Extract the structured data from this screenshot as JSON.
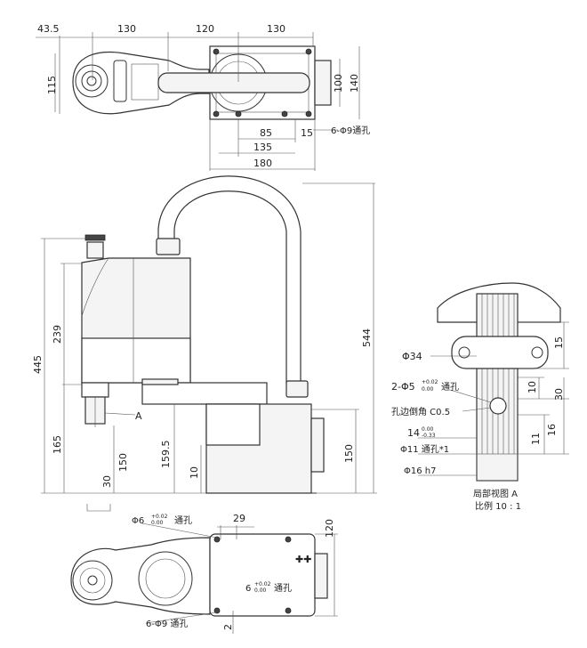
{
  "top_view": {
    "dims": [
      "43.5",
      "130",
      "120",
      "130",
      "115",
      "100",
      "140",
      "85",
      "15",
      "135",
      "180"
    ],
    "hole_note": "6-Φ9通孔"
  },
  "side_view": {
    "dims": [
      "544",
      "445",
      "239",
      "165",
      "159.5",
      "150",
      "150",
      "30",
      "10"
    ],
    "label_a": "A"
  },
  "detail": {
    "dims": [
      "Φ34",
      "15",
      "10",
      "30",
      "16",
      "11"
    ],
    "hole_note_1_prefix": "2-Φ5",
    "hole_note_1_tol_upper": "+0.02",
    "hole_note_1_tol_lower": "0.00",
    "hole_note_1_suffix": "通孔",
    "chamfer_note": "孔边倒角 C0.5",
    "dim_14_main": "14",
    "dim_14_tol_upper": "0.00",
    "dim_14_tol_lower": "-0.33",
    "dim_11_note": "Φ11 通孔*1",
    "dim_16_note": "Φ16 h7",
    "caption_1": "局部视图 A",
    "caption_2": "比例 10 : 1"
  },
  "bottom_view": {
    "hole_note_top_prefix": "Φ6",
    "hole_note_top_tol_upper": "+0.02",
    "hole_note_top_tol_lower": "0.00",
    "hole_note_top_suffix": "通孔",
    "dim_29": "29",
    "dim_120": "120",
    "hole_note_mid_prefix": "6",
    "hole_note_mid_tol_upper": "+0.02",
    "hole_note_mid_tol_lower": "0.00",
    "hole_note_mid_suffix": "通孔",
    "hole_note_bottom": "6-Φ9 通孔",
    "dim_2": "2"
  }
}
